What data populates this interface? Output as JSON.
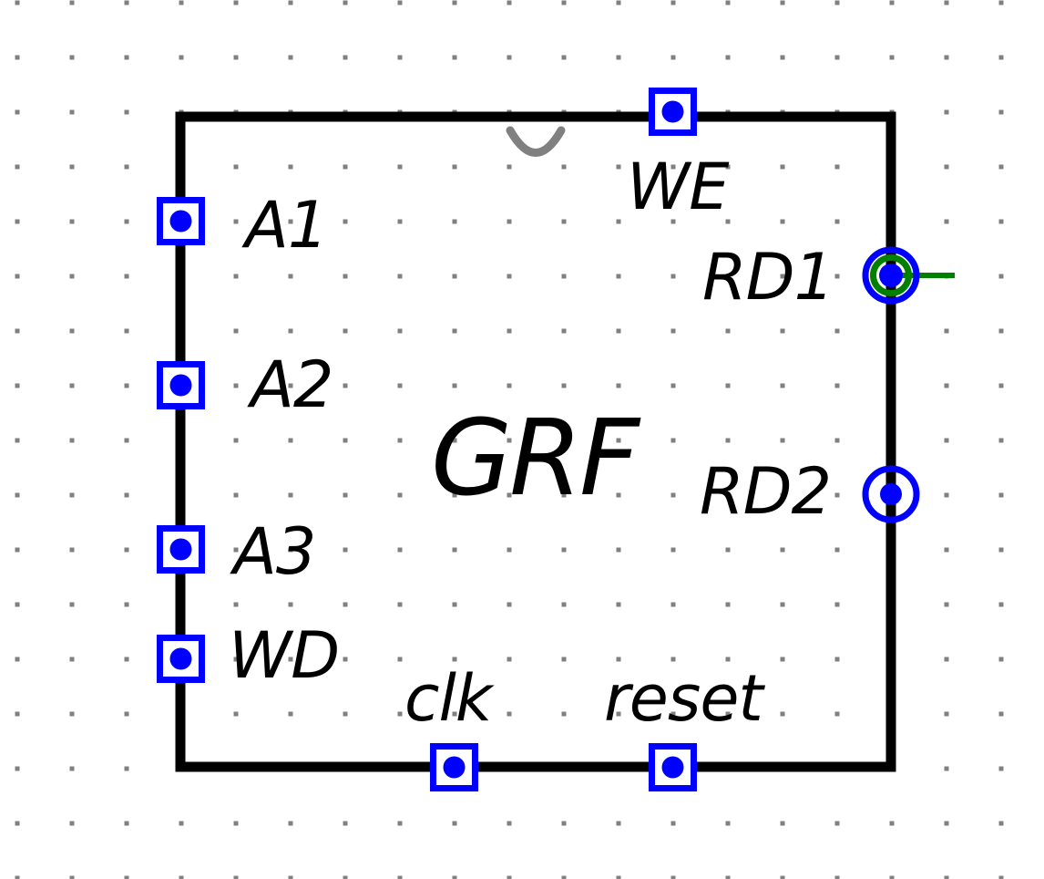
{
  "component": {
    "name": "GRF",
    "pins": {
      "left": [
        {
          "label": "A1"
        },
        {
          "label": "A2"
        },
        {
          "label": "A3"
        },
        {
          "label": "WD"
        }
      ],
      "top": [
        {
          "label": "WE"
        }
      ],
      "right": [
        {
          "label": "RD1"
        },
        {
          "label": "RD2"
        }
      ],
      "bottom": [
        {
          "label": "clk"
        },
        {
          "label": "reset"
        }
      ]
    }
  },
  "colors": {
    "pin_blue": "#0000ff",
    "wire_green": "#008000",
    "grid_gray": "#808080",
    "notch_gray": "#808080",
    "outline_black": "#000000",
    "background": "#ffffff"
  }
}
